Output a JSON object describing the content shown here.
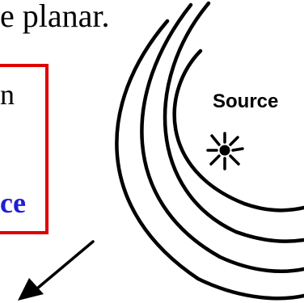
{
  "text": {
    "top_fragment": "e planar.",
    "box_line1": "n",
    "box_line2": "ce"
  },
  "diagram": {
    "source_label": "Source"
  },
  "colors": {
    "box_border": "#e00000",
    "highlight_text": "#1f1fd6",
    "ink": "#000000",
    "background": "#ffffff"
  }
}
